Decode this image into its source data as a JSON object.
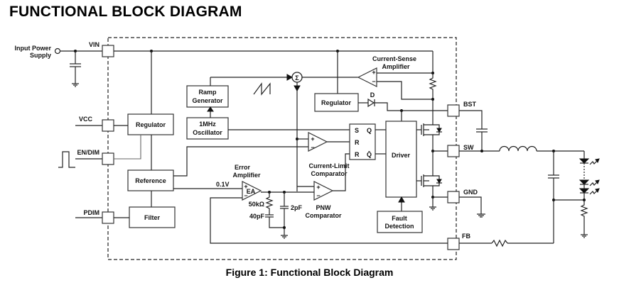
{
  "title": "FUNCTIONAL BLOCK DIAGRAM",
  "caption": "Figure 1: Functional Block Diagram",
  "external": {
    "input_label_line1": "Input Power",
    "input_label_line2": "Supply"
  },
  "pins": {
    "vin": "VIN",
    "vcc": "VCC",
    "en_dim": "EN/DIM",
    "pdim": "PDIM",
    "bst": "BST",
    "sw": "SW",
    "gnd": "GND",
    "fb": "FB"
  },
  "blocks": {
    "regulator_left": "Regulator",
    "reference": "Reference",
    "filter": "Filter",
    "ramp_generator_line1": "Ramp",
    "ramp_generator_line2": "Generator",
    "oscillator_line1": "1MHz",
    "oscillator_line2": "Oscillator",
    "regulator_right": "Regulator",
    "driver": "Driver",
    "fault_line1": "Fault",
    "fault_line2": "Detection"
  },
  "labels": {
    "current_sense_line1": "Current-Sense",
    "current_sense_line2": "Amplifier",
    "error_amp_line1": "Error",
    "error_amp_line2": "Amplifier",
    "current_limit_line1": "Current-Limit",
    "current_limit_line2": "Comparator",
    "pnw_line1": "PNW",
    "pnw_line2": "Comparator",
    "ea": "EA",
    "diode_d": "D",
    "ref_voltage": "0.1V",
    "resistor": "50kΩ",
    "cap_40": "40pF",
    "cap_2": "2pF",
    "sigma": "Σ",
    "plus": "+",
    "minus": "−",
    "ff_s": "S",
    "ff_r1": "R",
    "ff_r2": "R",
    "ff_q": "Q",
    "ff_qbar": "Q̄"
  }
}
